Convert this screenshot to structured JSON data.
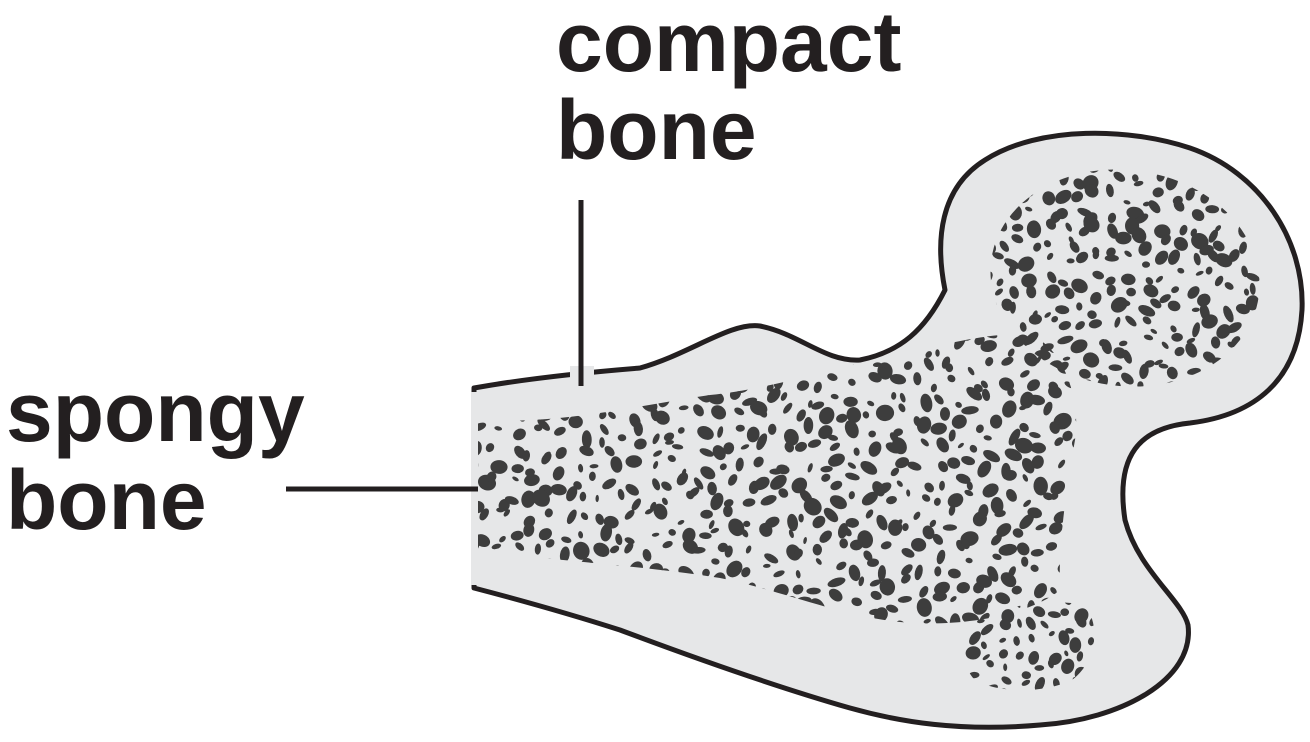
{
  "labels": {
    "compact": {
      "line1": "compact",
      "line2": "bone"
    },
    "spongy": {
      "line1": "spongy",
      "line2": "bone"
    }
  },
  "colors": {
    "outline": "#231f20",
    "compact_fill": "#e6e7e8",
    "spongy_pore": "#3d3d3d",
    "background": "#ffffff"
  }
}
